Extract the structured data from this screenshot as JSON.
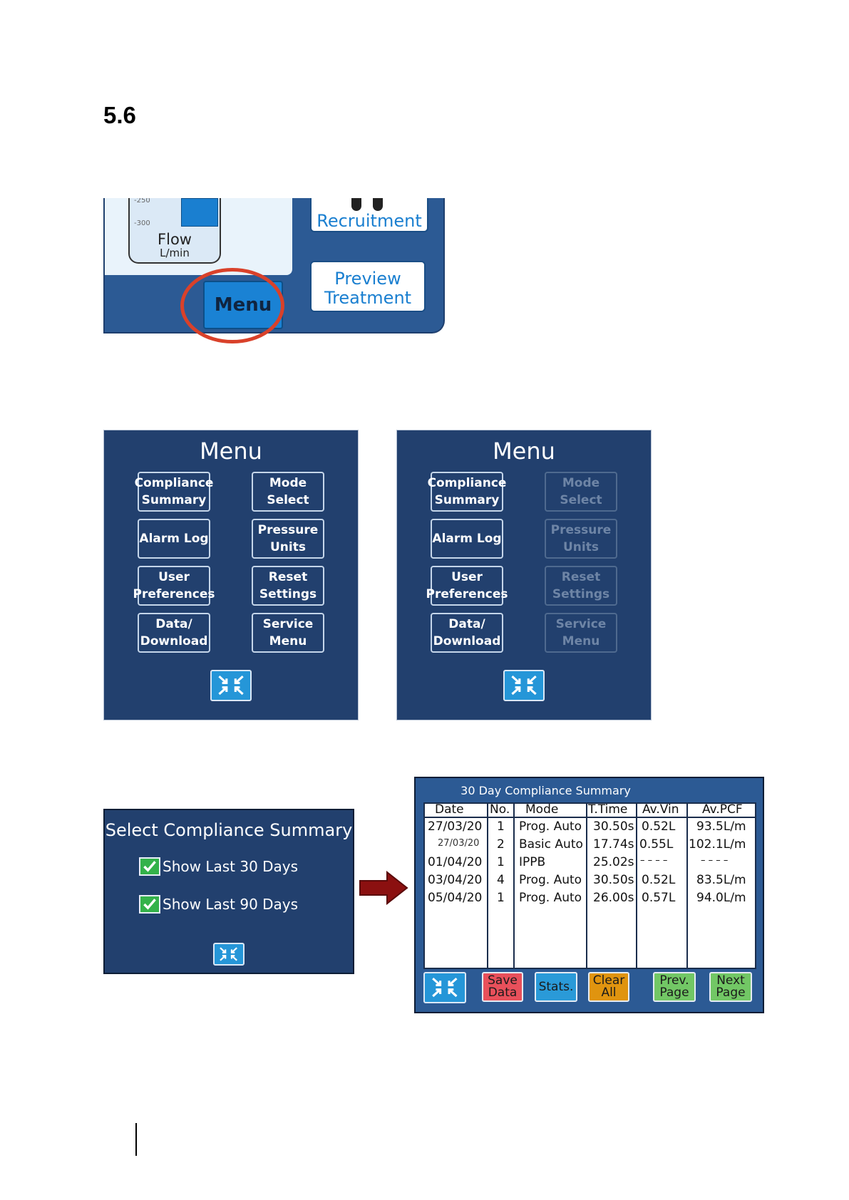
{
  "section": {
    "number": "5.6"
  },
  "main_screen": {
    "ticks": [
      "-250",
      "-300"
    ],
    "flow_label": "Flow",
    "flow_unit": "L/min",
    "recruitment_label": "Recruitment",
    "preview_label_line1": "Preview",
    "preview_label_line2": "Treatment",
    "menu_button": "Menu"
  },
  "menu_full": {
    "title": "Menu",
    "buttons": [
      {
        "line1": "Compliance",
        "line2": "Summary"
      },
      {
        "line1": "Mode",
        "line2": "Select"
      },
      {
        "line1": "Alarm Log",
        "line2": ""
      },
      {
        "line1": "Pressure",
        "line2": "Units"
      },
      {
        "line1": "User",
        "line2": "Preferences"
      },
      {
        "line1": "Reset",
        "line2": "Settings"
      },
      {
        "line1": "Data/",
        "line2": "Download"
      },
      {
        "line1": "Service",
        "line2": "Menu"
      }
    ]
  },
  "menu_restricted": {
    "title": "Menu",
    "buttons": [
      {
        "line1": "Compliance",
        "line2": "Summary",
        "enabled": true
      },
      {
        "line1": "Mode",
        "line2": "Select",
        "enabled": false
      },
      {
        "line1": "Alarm Log",
        "line2": "",
        "enabled": true
      },
      {
        "line1": "Pressure",
        "line2": "Units",
        "enabled": false
      },
      {
        "line1": "User",
        "line2": "Preferences",
        "enabled": true
      },
      {
        "line1": "Reset",
        "line2": "Settings",
        "enabled": false
      },
      {
        "line1": "Data/",
        "line2": "Download",
        "enabled": true
      },
      {
        "line1": "Service",
        "line2": "Menu",
        "enabled": false
      }
    ]
  },
  "select_compliance": {
    "title": "Select Compliance Summary",
    "options": [
      "Show Last 30 Days",
      "Show Last 90 Days"
    ]
  },
  "compliance_summary": {
    "title": "30 Day Compliance Summary",
    "columns": [
      "Date",
      "No.",
      "Mode",
      "T.Time",
      "Av.Vin",
      "Av.PCF"
    ],
    "rows": [
      {
        "date": "27/03/20",
        "no": "1",
        "mode": "Prog. Auto",
        "ttime": "30.50s",
        "avvin": "0.52L",
        "avpcf": "93.5L/m"
      },
      {
        "date": "27/03/20",
        "no": "2",
        "mode": "Basic Auto",
        "ttime": "17.74s",
        "avvin": "0.55L",
        "avpcf": "102.1L/m"
      },
      {
        "date": "01/04/20",
        "no": "1",
        "mode": "IPPB",
        "ttime": "25.02s",
        "avvin": "– – – –",
        "avpcf": "– – – –"
      },
      {
        "date": "03/04/20",
        "no": "4",
        "mode": "Prog. Auto",
        "ttime": "30.50s",
        "avvin": "0.52L",
        "avpcf": "83.5L/m"
      },
      {
        "date": "05/04/20",
        "no": "1",
        "mode": "Prog. Auto",
        "ttime": "26.00s",
        "avvin": "0.57L",
        "avpcf": "94.0L/m"
      }
    ],
    "buttons": {
      "save_l1": "Save",
      "save_l2": "Data",
      "stats": "Stats.",
      "clear_l1": "Clear",
      "clear_l2": "All",
      "prev_l1": "Prev.",
      "prev_l2": "Page",
      "next_l1": "Next",
      "next_l2": "Page"
    },
    "colors": {
      "save": "#e8505b",
      "stats": "#2a9ad8",
      "clear": "#e0940f",
      "prev": "#72c765",
      "next": "#72c765"
    }
  }
}
